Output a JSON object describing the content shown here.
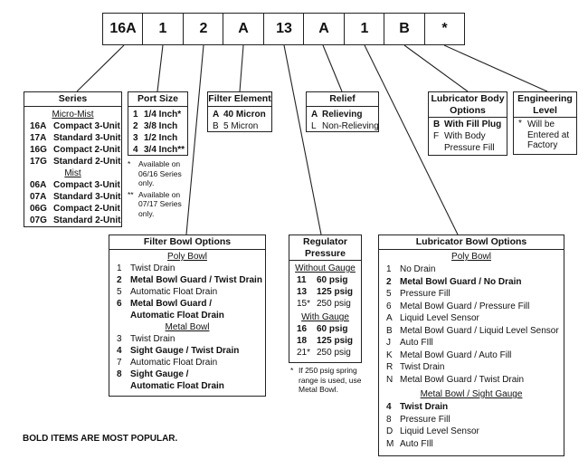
{
  "model_code": {
    "cells": [
      "16A",
      "1",
      "2",
      "A",
      "13",
      "A",
      "1",
      "B",
      "*"
    ]
  },
  "series": {
    "title": "Series",
    "groups": [
      {
        "label": "Micro-Mist",
        "items": [
          {
            "code": "16A",
            "desc": "Compact 3-Unit"
          },
          {
            "code": "17A",
            "desc": "Standard 3-Unit"
          },
          {
            "code": "16G",
            "desc": "Compact 2-Unit"
          },
          {
            "code": "17G",
            "desc": "Standard 2-Unit"
          }
        ]
      },
      {
        "label": "Mist",
        "items": [
          {
            "code": "06A",
            "desc": "Compact 3-Unit"
          },
          {
            "code": "07A",
            "desc": "Standard 3-Unit"
          },
          {
            "code": "06G",
            "desc": "Compact 2-Unit"
          },
          {
            "code": "07G",
            "desc": "Standard 2-Unit"
          }
        ]
      }
    ]
  },
  "port_size": {
    "title": "Port Size",
    "items": [
      {
        "code": "1",
        "desc": "1/4 Inch*"
      },
      {
        "code": "2",
        "desc": "3/8 Inch"
      },
      {
        "code": "3",
        "desc": "1/2 Inch"
      },
      {
        "code": "4",
        "desc": "3/4 Inch**"
      }
    ],
    "note1_mark": "*",
    "note1": "Available on 06/16 Series only.",
    "note2_mark": "**",
    "note2": "Available on 07/17 Series only."
  },
  "filter_element": {
    "title": "Filter Element",
    "items": [
      {
        "code": "A",
        "desc": "40 Micron"
      },
      {
        "code": "B",
        "desc": "5 Micron"
      }
    ]
  },
  "relief": {
    "title": "Relief",
    "items": [
      {
        "code": "A",
        "desc": "Relieving"
      },
      {
        "code": "L",
        "desc": "Non-Relieving"
      }
    ]
  },
  "lubricator_body": {
    "title_line1": "Lubricator Body",
    "title_line2": "Options",
    "items": [
      {
        "code": "B",
        "desc": "With Fill Plug"
      },
      {
        "code": "F",
        "desc": "With Body"
      },
      {
        "code": "",
        "desc": "Pressure Fill"
      }
    ]
  },
  "engineering_level": {
    "title_line1": "Engineering",
    "title_line2": "Level",
    "note_mark": "*",
    "note_lines": [
      "Will be",
      "Entered at",
      "Factory"
    ]
  },
  "filter_bowl": {
    "title": "Filter Bowl Options",
    "poly_label": "Poly Bowl",
    "poly_items": [
      {
        "code": "1",
        "l1": "Twist Drain"
      },
      {
        "code": "2",
        "l1": "Metal Bowl Guard / Twist Drain"
      },
      {
        "code": "5",
        "l1": "Automatic Float Drain"
      },
      {
        "code": "6",
        "l1": "Metal Bowl Guard /",
        "l2": "Automatic Float Drain"
      }
    ],
    "metal_label": "Metal Bowl",
    "metal_items": [
      {
        "code": "3",
        "l1": "Twist Drain"
      },
      {
        "code": "4",
        "l1": "Sight Gauge /  Twist Drain"
      },
      {
        "code": "7",
        "l1": "Automatic Float Drain"
      },
      {
        "code": "8",
        "l1": "Sight Gauge /",
        "l2": "Automatic Float Drain"
      }
    ]
  },
  "regulator": {
    "title_line1": "Regulator",
    "title_line2": "Pressure",
    "without_label": "Without Gauge",
    "without_items": [
      {
        "code": "11",
        "desc": "60 psig"
      },
      {
        "code": "13",
        "desc": "125 psig"
      },
      {
        "code": "15*",
        "desc": "250 psig"
      }
    ],
    "with_label": "With Gauge",
    "with_items": [
      {
        "code": "16",
        "desc": "60 psig"
      },
      {
        "code": "18",
        "desc": "125 psig"
      },
      {
        "code": "21*",
        "desc": "250 psig"
      }
    ],
    "note_mark": "*",
    "note_lines": [
      "If 250 psig spring",
      "range is used, use",
      "Metal Bowl."
    ]
  },
  "lubricator_bowl": {
    "title": "Lubricator Bowl Options",
    "poly_label": "Poly Bowl",
    "poly_items": [
      {
        "code": "1",
        "desc": "No Drain"
      },
      {
        "code": "2",
        "desc": "Metal Bowl Guard / No Drain"
      },
      {
        "code": "5",
        "desc": "Pressure Fill"
      },
      {
        "code": "6",
        "desc": "Metal Bowl Guard / Pressure Fill"
      },
      {
        "code": "A",
        "desc": "Liquid Level Sensor"
      },
      {
        "code": "B",
        "desc": "Metal Bowl Guard / Liquid Level Sensor"
      },
      {
        "code": "J",
        "desc": "Auto FIll"
      },
      {
        "code": "K",
        "desc": "Metal Bowl Guard / Auto Fill"
      },
      {
        "code": "R",
        "desc": "Twist Drain"
      },
      {
        "code": "N",
        "desc": "Metal Bowl Guard / Twist Drain"
      }
    ],
    "metal_label": "Metal Bowl  / Sight Gauge",
    "metal_items": [
      {
        "code": "4",
        "desc": "Twist Drain"
      },
      {
        "code": "8",
        "desc": "Pressure Fill"
      },
      {
        "code": "D",
        "desc": "Liquid Level Sensor"
      },
      {
        "code": "M",
        "desc": "Auto FIll"
      }
    ]
  },
  "footnote": "BOLD ITEMS ARE MOST POPULAR."
}
